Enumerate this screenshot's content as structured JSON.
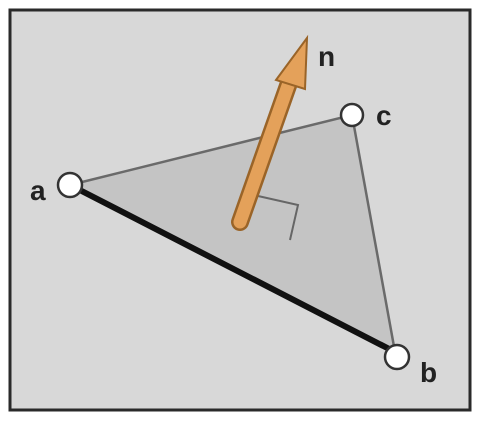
{
  "diagram": {
    "labels": {
      "a": "a",
      "b": "b",
      "c": "c",
      "n": "n"
    },
    "colors": {
      "frame": "#2a2a2a",
      "background": "#d8d8d8",
      "triangle_fill": "#c4c4c4",
      "triangle_edge": "#6a6a6a",
      "bold_edge": "#111111",
      "arrow": "#e4a15a",
      "arrow_outline": "#9a6428",
      "vertex_fill": "#ffffff",
      "vertex_stroke": "#333333"
    }
  }
}
